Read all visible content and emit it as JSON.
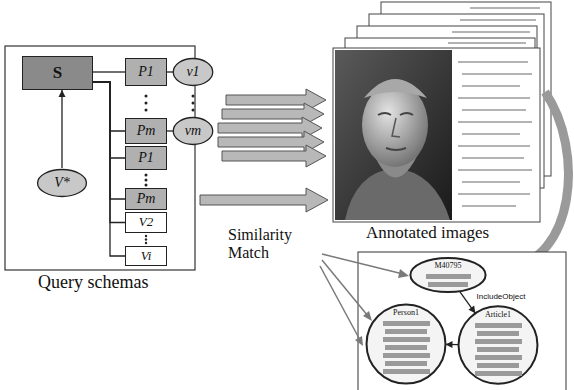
{
  "diagram": {
    "nodes": [
      {
        "text": [
          "S"
        ]
      },
      {
        "text": [
          "V*"
        ]
      },
      {
        "text": [
          "P1"
        ]
      },
      {
        "text": [
          "v1"
        ]
      },
      {
        "text": [
          "Pm"
        ]
      },
      {
        "text": [
          "vm"
        ]
      },
      {
        "text": [
          "P1"
        ]
      },
      {
        "text": [
          "Pm"
        ]
      },
      {
        "text": [
          "V2"
        ]
      },
      {
        "text": [
          "Vi"
        ]
      },
      {
        "text": [
          "M40795"
        ]
      },
      {
        "text": [
          "Person1"
        ]
      },
      {
        "text": [
          "Article1"
        ]
      }
    ],
    "edges": [
      {
        "from": 1,
        "to": 0,
        "arrow": "to"
      },
      {
        "from": 0,
        "to": 2,
        "arrow": "none"
      },
      {
        "from": 0,
        "to": 4,
        "arrow": "none"
      },
      {
        "from": 0,
        "to": 6,
        "arrow": "none"
      },
      {
        "from": 0,
        "to": 7,
        "arrow": "none"
      },
      {
        "from": 0,
        "to": 8,
        "arrow": "none"
      },
      {
        "from": 0,
        "to": 9,
        "arrow": "none"
      },
      {
        "from": 2,
        "to": 3,
        "arrow": "none"
      },
      {
        "from": 4,
        "to": 5,
        "arrow": "none"
      },
      {
        "from": 10,
        "to": 12,
        "arrow": "to",
        "label": "IncludeObject"
      },
      {
        "from": 12,
        "to": 11,
        "arrow": "to"
      }
    ],
    "labels": [
      "Query schemas",
      "Annotated images",
      "Similarity Match"
    ]
  }
}
